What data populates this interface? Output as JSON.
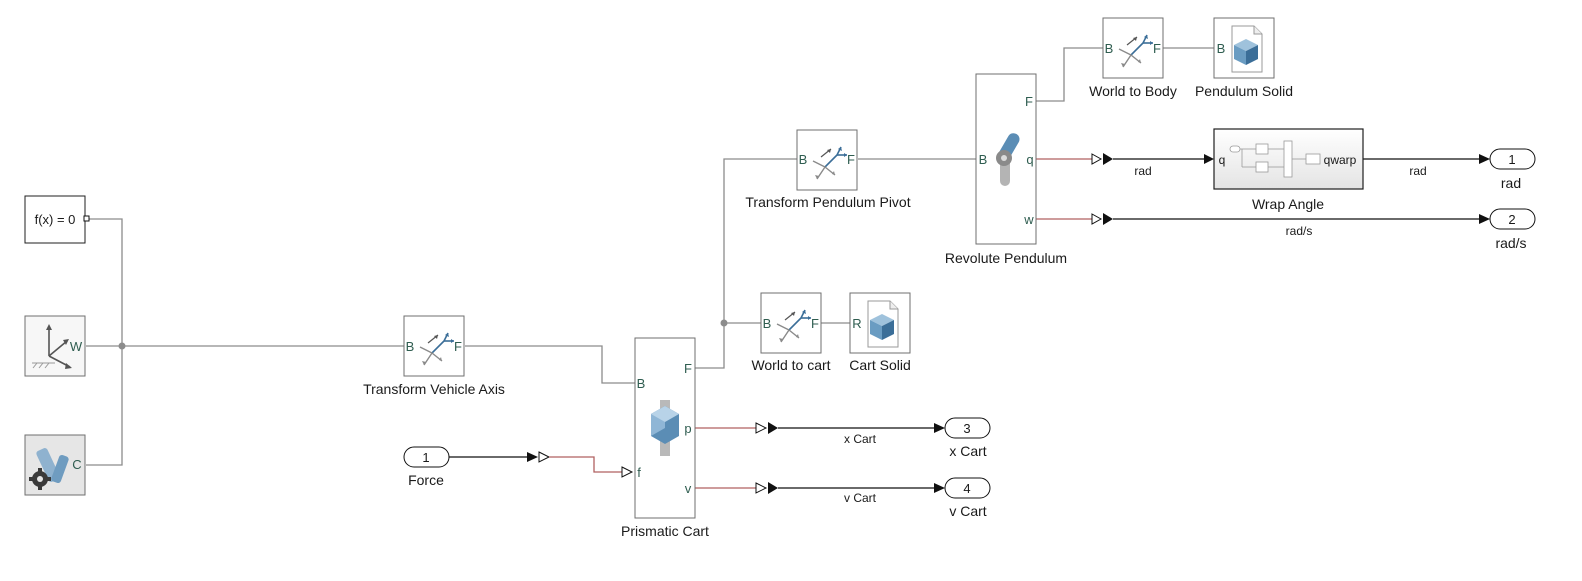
{
  "blocks": {
    "solver": {
      "label": "f(x) = 0"
    },
    "world_frame": {
      "port_w": "W"
    },
    "mech_config": {
      "port_c": "C"
    },
    "transform_vehicle_axis": {
      "label": "Transform Vehicle Axis",
      "port_b": "B",
      "port_f": "F"
    },
    "prismatic_cart": {
      "label": "Prismatic Cart",
      "port_b": "B",
      "port_f": "F",
      "port_p": "p",
      "port_v": "v",
      "port_f_in": "f"
    },
    "world_to_cart": {
      "label": "World to cart",
      "port_b": "B",
      "port_f": "F"
    },
    "cart_solid": {
      "label": "Cart Solid",
      "port_r": "R"
    },
    "transform_pendulum_pivot": {
      "label": "Transform Pendulum Pivot",
      "port_b": "B",
      "port_f": "F"
    },
    "revolute_pendulum": {
      "label": "Revolute Pendulum",
      "port_b": "B",
      "port_f": "F",
      "port_q": "q",
      "port_w": "w"
    },
    "world_to_body": {
      "label": "World to Body",
      "port_b": "B",
      "port_f": "F"
    },
    "pendulum_solid": {
      "label": "Pendulum Solid",
      "port_b": "B"
    },
    "wrap_angle": {
      "label": "Wrap Angle",
      "port_in": "q",
      "port_out": "qwarp"
    }
  },
  "inports": [
    {
      "number": "1",
      "label": "Force"
    }
  ],
  "outports": [
    {
      "number": "1",
      "label": "rad"
    },
    {
      "number": "2",
      "label": "rad/s"
    },
    {
      "number": "3",
      "label": "x Cart"
    },
    {
      "number": "4",
      "label": "v Cart"
    }
  ],
  "signals": {
    "q_rad": "rad",
    "wrap_rad": "rad",
    "w_rads": "rad/s",
    "x_cart": "x Cart",
    "v_cart": "v Cart"
  },
  "colors": {
    "physical_wire": "#8c8c8c",
    "converted_signal": "#b06060",
    "block_icon_blue": "#3b6e98"
  },
  "icon_names": {
    "rigid_transform": "rigid-transform-icon",
    "solid": "solid-cube-icon",
    "world_frame": "world-frame-icon",
    "mechanism_config": "mechanism-configuration-icon",
    "revolute_joint": "revolute-joint-icon",
    "prismatic_joint": "prismatic-joint-icon"
  }
}
